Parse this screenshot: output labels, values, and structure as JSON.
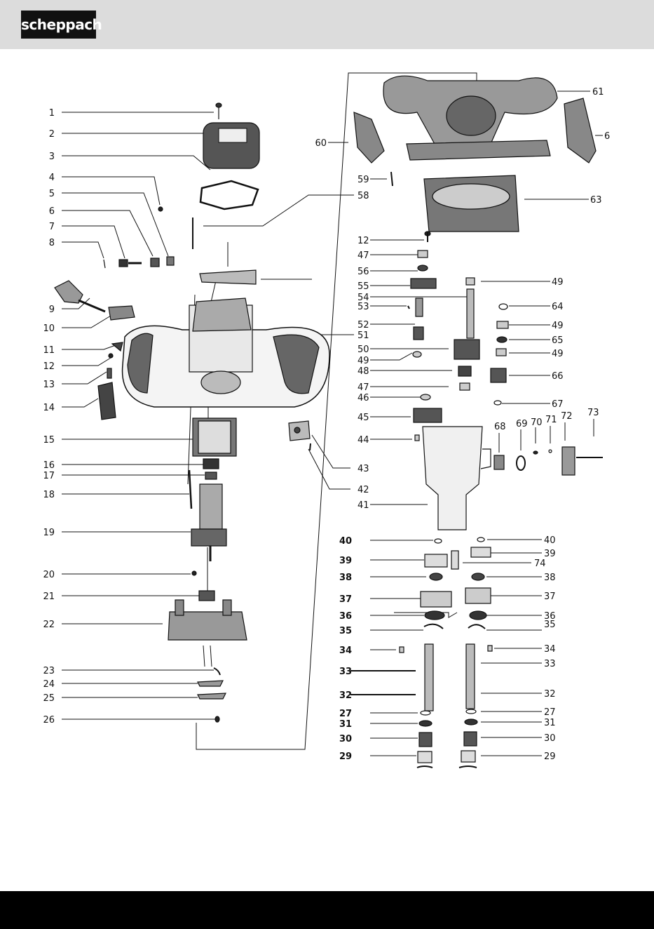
{
  "header": {
    "brand": "scheppach",
    "bg": "#dcdcdc"
  },
  "footer": {
    "bg": "#000000"
  },
  "labels": [
    "1",
    "2",
    "3",
    "4",
    "5",
    "6",
    "7",
    "8",
    "9",
    "10",
    "11",
    "12",
    "13",
    "14",
    "15",
    "16",
    "17",
    "18",
    "19",
    "20",
    "21",
    "22",
    "23",
    "24",
    "25",
    "26",
    "60",
    "59",
    "58",
    "12",
    "47",
    "56",
    "55",
    "54",
    "53",
    "52",
    "51",
    "49",
    "50",
    "48",
    "47",
    "46",
    "45",
    "44",
    "43",
    "42",
    "41",
    "40",
    "39",
    "38",
    "37",
    "36",
    "35",
    "34",
    "33",
    "32",
    "27",
    "31",
    "30",
    "29",
    "61",
    "6",
    "63",
    "49",
    "64",
    "49",
    "65",
    "49",
    "66",
    "67",
    "73",
    "72",
    "71",
    "70",
    "69",
    "68",
    "40",
    "39",
    "74",
    "38",
    "37",
    "36",
    "35",
    "34",
    "33",
    "32",
    "27",
    "31",
    "30",
    "29"
  ]
}
